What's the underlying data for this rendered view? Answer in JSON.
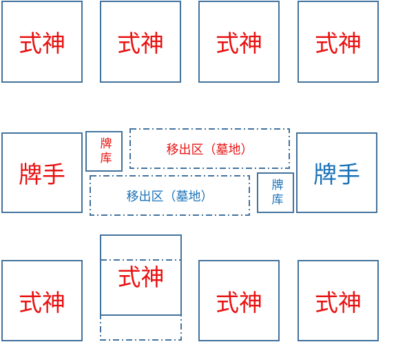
{
  "colors": {
    "border": "#41719c",
    "red_text": "#e81212",
    "blue_text": "#1a72b8"
  },
  "top_row": [
    {
      "label": "式神"
    },
    {
      "label": "式神"
    },
    {
      "label": "式神"
    },
    {
      "label": "式神"
    }
  ],
  "middle": {
    "left_player": {
      "label": "牌手"
    },
    "right_player": {
      "label": "牌手"
    },
    "left_deck": {
      "label": "牌库"
    },
    "right_deck": {
      "label": "牌库"
    },
    "red_discard": {
      "label": "移出区（墓地）"
    },
    "blue_discard": {
      "label": "移出区（墓地）"
    }
  },
  "bottom_row": [
    {
      "label": "式神"
    },
    {
      "label": "式神"
    },
    {
      "label": "式神"
    },
    {
      "label": "式神"
    }
  ]
}
